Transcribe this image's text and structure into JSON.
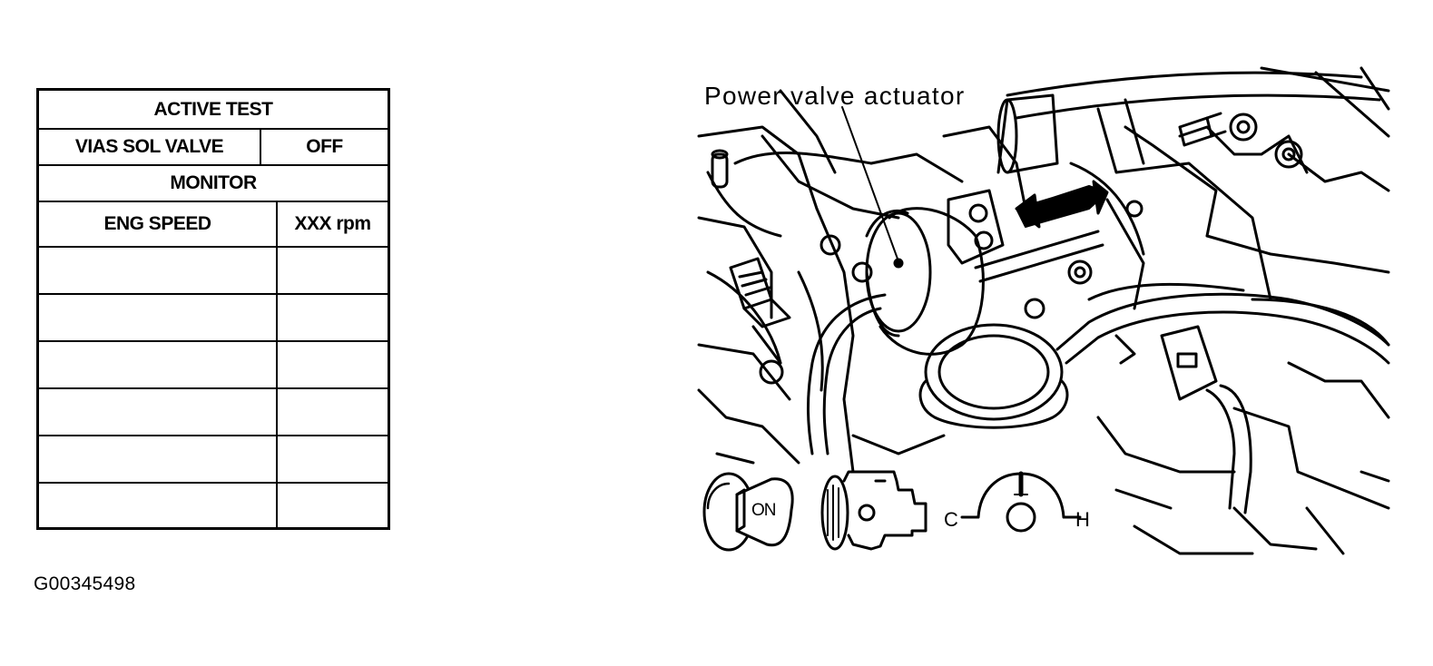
{
  "table": {
    "active_test_title": "ACTIVE TEST",
    "vias_label": "VIAS SOL VALVE",
    "vias_value": "OFF",
    "monitor_title": "MONITOR",
    "eng_speed_label": "ENG SPEED",
    "eng_speed_value": "XXX rpm"
  },
  "figure_id": "G00345498",
  "diagram": {
    "callout": "Power valve actuator",
    "ignition_key_text": "ON",
    "gauge_cold": "C",
    "gauge_hot": "H"
  },
  "icons": [
    "ignition-key-icon",
    "engine-running-icon",
    "temperature-gauge-icon",
    "direction-arrow-icon"
  ]
}
